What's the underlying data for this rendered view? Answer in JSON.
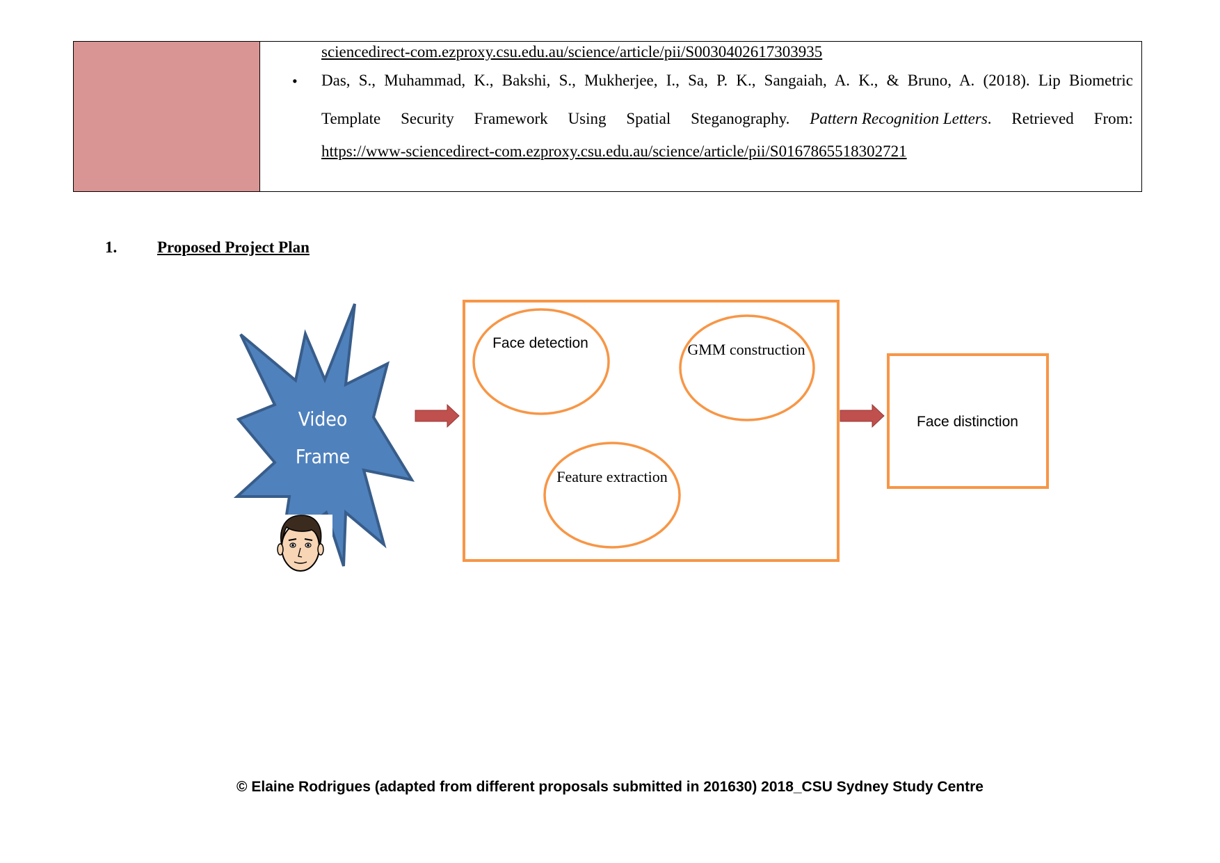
{
  "references": {
    "line1_link": "sciencedirect-com.ezproxy.csu.edu.au/science/article/pii/S0030402617303935",
    "bullet": "•",
    "line2": "Das, S., Muhammad, K., Bakshi, S., Mukherjee, I., Sa, P. K., Sangaiah, A. K., & Bruno, A. (2018). Lip Biometric",
    "line3_words": [
      "Template",
      "Security",
      "Framework",
      "Using",
      "Spatial",
      "Steganography."
    ],
    "line3_journal": "Pattern Recognition Letters",
    "line3_suffix": ".",
    "line3_retrieved": [
      "Retrieved",
      "From:"
    ],
    "line4_link": "https://www-sciencedirect-com.ezproxy.csu.edu.au/science/article/pii/S0167865518302721"
  },
  "section": {
    "number": "1.",
    "title": "Proposed Project Plan"
  },
  "diagram": {
    "starburst_label_line1": "Video",
    "starburst_label_line2": "Frame",
    "face_detection": "Face detection",
    "gmm_construction": "GMM construction",
    "feature_extraction": "Feature extraction",
    "face_distinction": "Face distinction",
    "colors": {
      "starburst_fill": "#4f81bd",
      "starburst_stroke": "#385d8a",
      "orange": "#f79646",
      "arrow": "#c0504d",
      "table_shade": "#d99594"
    }
  },
  "footer": {
    "text": "© Elaine Rodrigues (adapted from different proposals submitted in 201630) 2018_CSU Sydney Study Centre"
  }
}
